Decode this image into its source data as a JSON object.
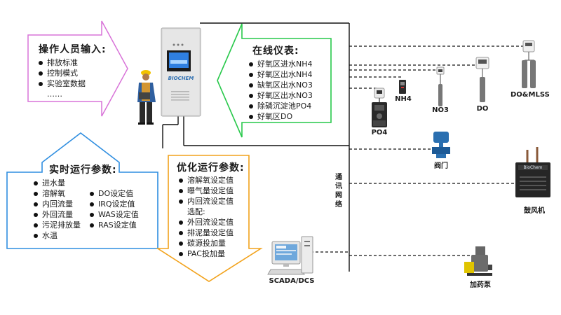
{
  "operator": {
    "title": "操作人员输入:",
    "items": [
      "排放标准",
      "控制模式",
      "实验室数据",
      "……"
    ]
  },
  "instruments": {
    "title": "在线仪表:",
    "items": [
      "好氧区进水NH4",
      "好氧区出水NH4",
      "缺氧区出水NO3",
      "好氧区出水NO3",
      "除磷沉淀池PO4",
      "好氧区DO"
    ]
  },
  "realtime": {
    "title": "实时运行参数:",
    "col1": [
      "进水量",
      "溶解氧",
      "内回流量",
      "外回流量",
      "污泥排放量",
      "水温"
    ],
    "col2": [
      "DO设定值",
      "IRQ设定值",
      "WAS设定值",
      "RAS设定值"
    ]
  },
  "optimized": {
    "title": "优化运行参数:",
    "items": [
      {
        "text": "溶解氧设定值",
        "bullet": true
      },
      {
        "text": "曝气量设定值",
        "bullet": true
      },
      {
        "text": "内回流设定值",
        "bullet": true
      },
      {
        "text": "选配:",
        "bullet": false
      },
      {
        "text": "外回流设定值",
        "bullet": true
      },
      {
        "text": "排泥量设定值",
        "bullet": true
      },
      {
        "text": "碳源投加量",
        "bullet": true
      },
      {
        "text": "PAC投加量",
        "bullet": true
      }
    ]
  },
  "devices": {
    "po4": "PO4",
    "nh4": "NH4",
    "no3": "NO3",
    "do": "DO",
    "domlss": "DO&MLSS",
    "valve": "阀门",
    "blower": "鼓风机",
    "pump": "加药泵",
    "scada": "SCADA/DCS",
    "comm": "通讯网络",
    "cabinet_brand": "BIOCHEM",
    "blower_brand": "BioChem"
  },
  "colors": {
    "magenta": "#d873d8",
    "green": "#27c84a",
    "blue": "#2f8ee0",
    "orange": "#f2a21b"
  }
}
